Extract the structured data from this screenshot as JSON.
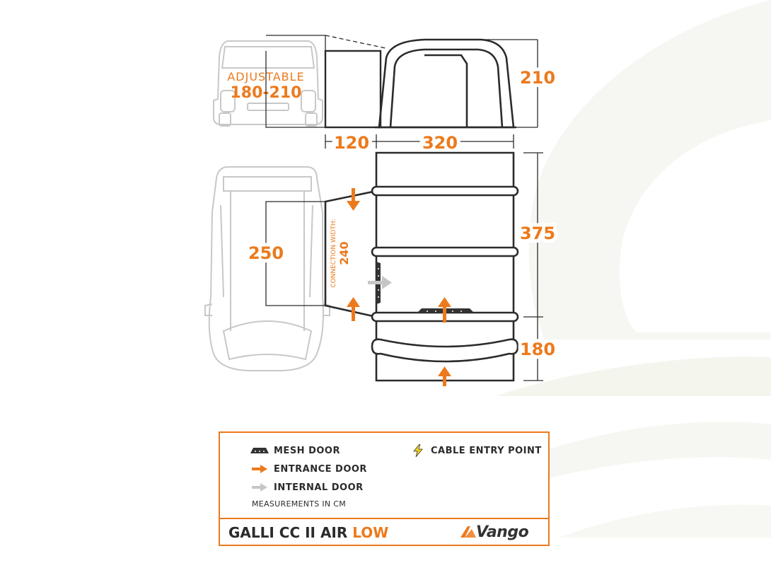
{
  "dimensions": {
    "adjustable_label": "ADJUSTABLE",
    "adjustable_range": "180-210",
    "height": "210",
    "connection_depth": "120",
    "tent_width": "320",
    "vehicle_width": "250",
    "connection_width_label": "CONNECTION WIDTH:",
    "connection_width": "240",
    "tent_depth": "375",
    "canopy_depth": "180"
  },
  "legend": {
    "items": [
      {
        "icon": "mesh-door-icon",
        "label": "MESH DOOR"
      },
      {
        "icon": "entrance-door-arrow-icon",
        "label": "ENTRANCE DOOR"
      },
      {
        "icon": "internal-door-arrow-icon",
        "label": "INTERNAL DOOR"
      },
      {
        "icon": "lightning-bolt-icon",
        "label": "CABLE ENTRY POINT"
      }
    ],
    "note": "MEASUREMENTS IN CM"
  },
  "product": {
    "name_main": "GALLI CC II AIR",
    "name_highlight": "LOW",
    "brand": "Vango"
  },
  "colors": {
    "accent": "#ec7a1c",
    "line": "#2b2b2b",
    "car": "#c8c8c8",
    "internal_arrow": "#c6c6c6",
    "bolt": "#f3d21a"
  }
}
